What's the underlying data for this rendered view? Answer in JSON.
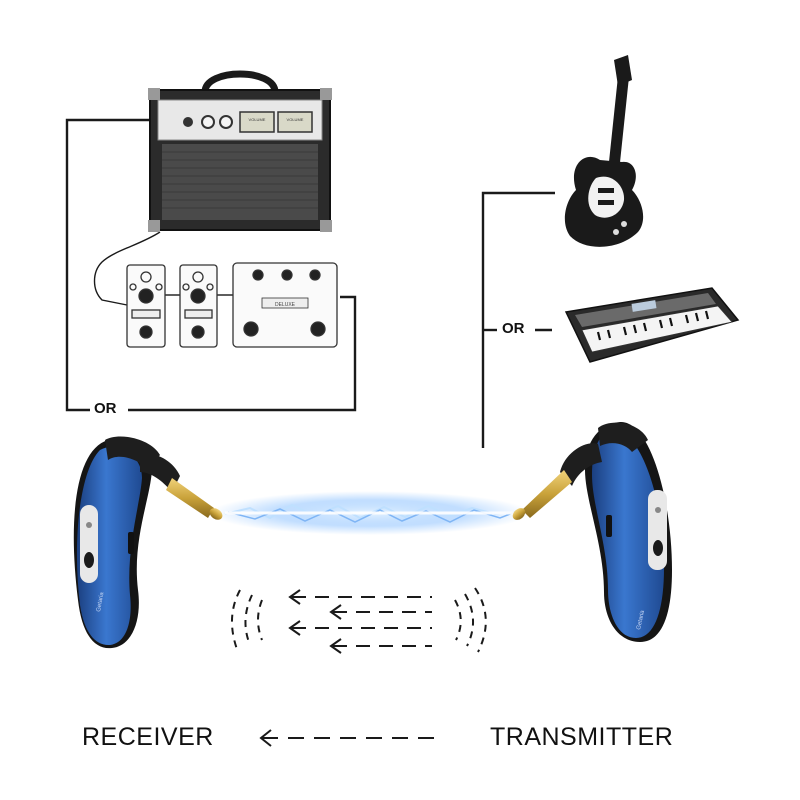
{
  "labels": {
    "receiver": "RECEIVER",
    "transmitter": "TRANSMITTER",
    "or_left": "OR",
    "or_right": "OR"
  },
  "amp": {
    "meter_text": "VOLUME"
  },
  "pedals": {
    "pedal3_title": "DELUXE"
  },
  "device": {
    "brand_text": "Getaria"
  },
  "colors": {
    "line": "#1a1a1a",
    "device_blue": "#2e64b8",
    "device_blue_dark": "#1b3f80",
    "device_black": "#1e1e1e",
    "jack_gold": "#c9a23a",
    "signal_blue": "#8fc3ff"
  }
}
